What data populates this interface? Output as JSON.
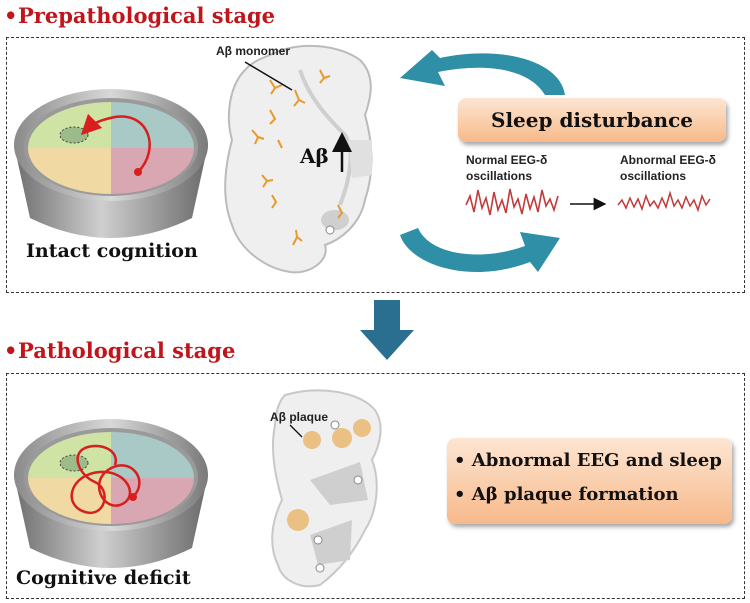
{
  "stages": {
    "prepathological": {
      "title": "Prepathological stage",
      "cognition_label": "Intact cognition",
      "monomer_label": "Aβ monomer",
      "abeta_label": "Aβ",
      "sleep_box_label": "Sleep disturbance",
      "normal_eeg_label_line1": "Normal EEG-δ",
      "normal_eeg_label_line2": "oscillations",
      "abnormal_eeg_label_line1": "Abnormal EEG-δ",
      "abnormal_eeg_label_line2": "oscillations"
    },
    "pathological": {
      "title": "Pathological stage",
      "cognition_label": "Cognitive deficit",
      "plaque_label": "Aβ plaque",
      "findings": [
        "Abnormal EEG and sleep",
        "Aβ plaque formation"
      ]
    }
  },
  "bullet": "•",
  "colors": {
    "stage_title": "#c0151b",
    "cycle_arrow": "#2e8fa6",
    "down_arrow": "#2a6f8f",
    "path_red": "#d81e1e",
    "eeg_line": "#c23a3a",
    "quadrant_green": "#cfe3a4",
    "quadrant_teal": "#a9c9c7",
    "quadrant_yellow": "#f1d9a3",
    "quadrant_pink": "#d9a7b2",
    "box_fill": "#f9c9a3"
  },
  "icons": [
    "maze-pool-icon",
    "brain-section-icon",
    "cycle-arrow-icon",
    "down-arrow-icon",
    "eeg-wave-icon"
  ]
}
